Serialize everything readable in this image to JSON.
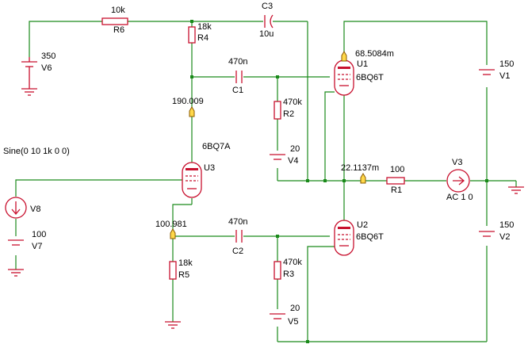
{
  "components": {
    "R6": {
      "ref": "R6",
      "value": "10k"
    },
    "R4": {
      "ref": "R4",
      "value": "18k"
    },
    "R5": {
      "ref": "R5",
      "value": "18k"
    },
    "R2": {
      "ref": "R2",
      "value": "470k"
    },
    "R3": {
      "ref": "R3",
      "value": "470k"
    },
    "R1": {
      "ref": "R1",
      "value": "100"
    },
    "C3": {
      "ref": "C3",
      "value": "10u"
    },
    "C1": {
      "ref": "C1",
      "value": "470n"
    },
    "C2": {
      "ref": "C2",
      "value": "470n"
    },
    "V6": {
      "ref": "V6",
      "value": "350"
    },
    "V7": {
      "ref": "V7",
      "value": "100"
    },
    "V8": {
      "ref": "V8",
      "value": "Sine(0 10 1k 0 0)"
    },
    "V4": {
      "ref": "V4",
      "value": "20"
    },
    "V5": {
      "ref": "V5",
      "value": "20"
    },
    "V1": {
      "ref": "V1",
      "value": "150"
    },
    "V2": {
      "ref": "V2",
      "value": "150"
    },
    "V3": {
      "ref": "V3",
      "value": "AC 1 0"
    },
    "U1": {
      "ref": "U1",
      "value": "6BQ6T"
    },
    "U2": {
      "ref": "U2",
      "value": "6BQ6T"
    },
    "U3": {
      "ref": "U3",
      "value": "6BQ7A"
    }
  },
  "probes": {
    "u3_anode": "190.009",
    "u3_cathode": "100.981",
    "u1_anode": "68.5084m",
    "output": "22.1137m"
  },
  "colors": {
    "wire": "#1a8a1a",
    "component": "#c8102e",
    "probe": "#ffd84a"
  }
}
